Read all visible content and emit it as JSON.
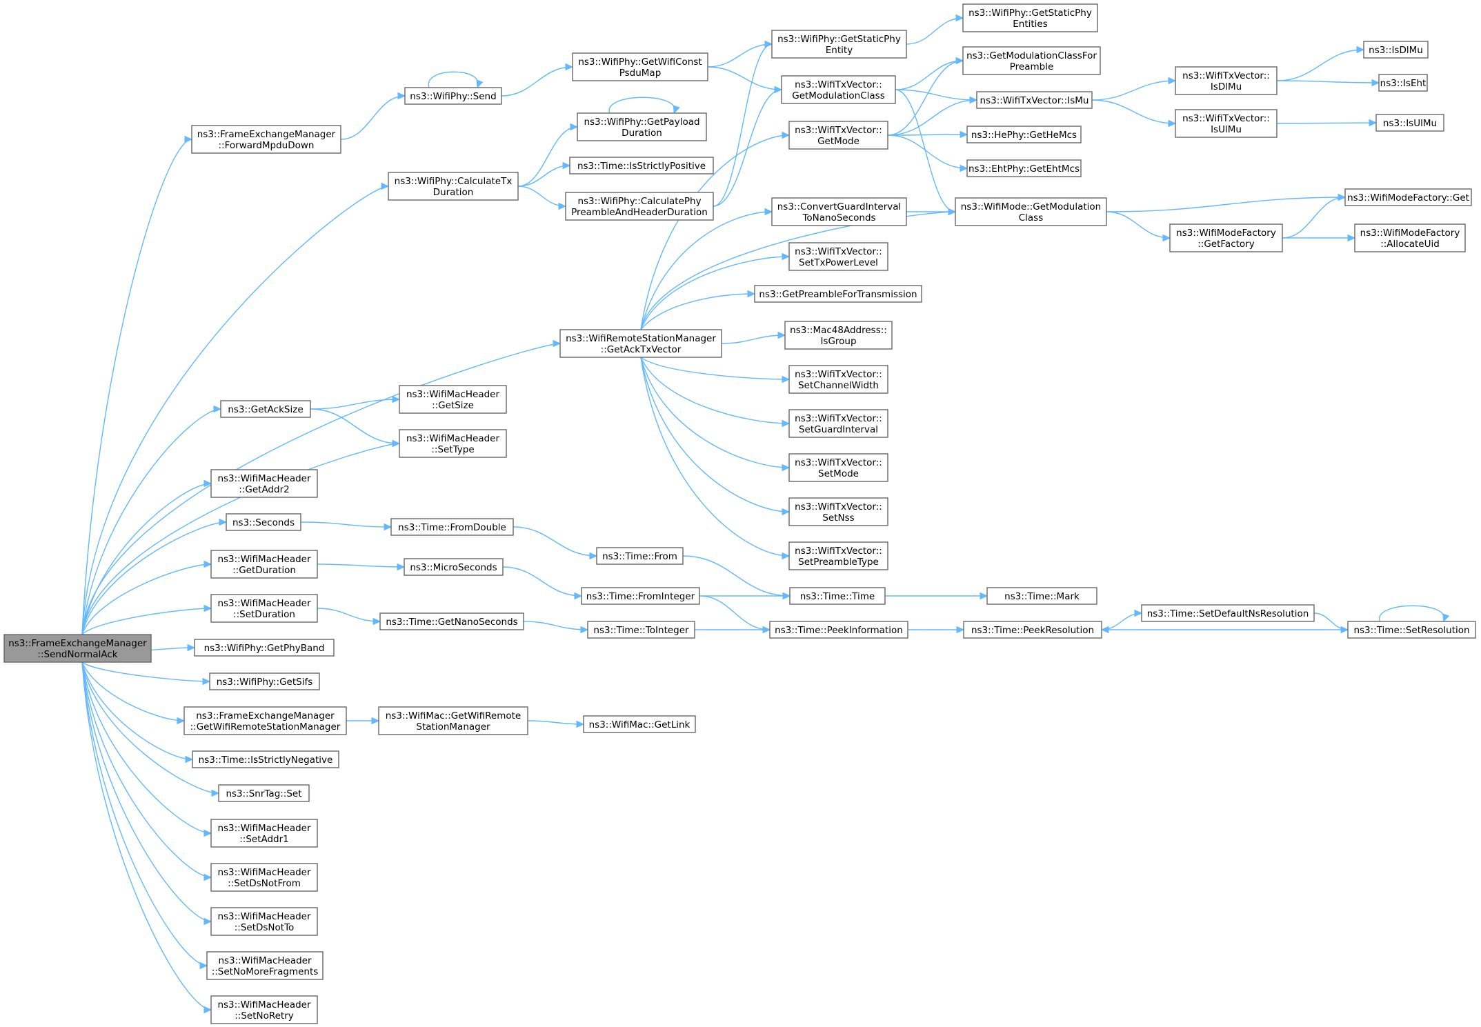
{
  "colors": {
    "edge": "#63b8ff",
    "node_border": "#666666",
    "root_fill": "#999999",
    "node_fill": "#ffffff"
  },
  "nodes": [
    {
      "id": "root",
      "lines": [
        "ns3::FrameExchangeManager",
        "::SendNormalAck"
      ],
      "root": true
    },
    {
      "id": "fwd",
      "lines": [
        "ns3::FrameExchangeManager",
        "::ForwardMpduDown"
      ]
    },
    {
      "id": "send",
      "lines": [
        "ns3::WifiPhy::Send"
      ]
    },
    {
      "id": "gwcpm",
      "lines": [
        "ns3::WifiPhy::GetWifiConst",
        "PsduMap"
      ]
    },
    {
      "id": "gspe",
      "lines": [
        "ns3::WifiPhy::GetStaticPhy",
        "Entity"
      ]
    },
    {
      "id": "gspes",
      "lines": [
        "ns3::WifiPhy::GetStaticPhy",
        "Entities"
      ]
    },
    {
      "id": "txgmc",
      "lines": [
        "ns3::WifiTxVector::",
        "GetModulationClass"
      ]
    },
    {
      "id": "gmcfp",
      "lines": [
        "ns3::GetModulationClassFor",
        "Preamble"
      ]
    },
    {
      "id": "ismu",
      "lines": [
        "ns3::WifiTxVector::IsMu"
      ]
    },
    {
      "id": "isdlmu2",
      "lines": [
        "ns3::WifiTxVector::",
        "IsDlMu"
      ]
    },
    {
      "id": "isdlmu",
      "lines": [
        "ns3::IsDlMu"
      ]
    },
    {
      "id": "iseht",
      "lines": [
        "ns3::IsEht"
      ]
    },
    {
      "id": "isulmu2",
      "lines": [
        "ns3::WifiTxVector::",
        "IsUlMu"
      ]
    },
    {
      "id": "isulmu",
      "lines": [
        "ns3::IsUlMu"
      ]
    },
    {
      "id": "ctd",
      "lines": [
        "ns3::WifiPhy::CalculateTx",
        "Duration"
      ]
    },
    {
      "id": "gpd",
      "lines": [
        "ns3::WifiPhy::GetPayload",
        "Duration"
      ]
    },
    {
      "id": "isp",
      "lines": [
        "ns3::Time::IsStrictlyPositive"
      ]
    },
    {
      "id": "cpahd",
      "lines": [
        "ns3::WifiPhy::CalculatePhy",
        "PreambleAndHeaderDuration"
      ]
    },
    {
      "id": "gmode",
      "lines": [
        "ns3::WifiTxVector::",
        "GetMode"
      ]
    },
    {
      "id": "ghemcs",
      "lines": [
        "ns3::HePhy::GetHeMcs"
      ]
    },
    {
      "id": "gehtmcs",
      "lines": [
        "ns3::EhtPhy::GetEhtMcs"
      ]
    },
    {
      "id": "wmgmc",
      "lines": [
        "ns3::WifiMode::GetModulation",
        "Class"
      ]
    },
    {
      "id": "wmfget",
      "lines": [
        "ns3::WifiModeFactory::Get"
      ]
    },
    {
      "id": "wmfgf",
      "lines": [
        "ns3::WifiModeFactory",
        "::GetFactory"
      ]
    },
    {
      "id": "wmfau",
      "lines": [
        "ns3::WifiModeFactory",
        "::AllocateUid"
      ]
    },
    {
      "id": "cgi",
      "lines": [
        "ns3::ConvertGuardInterval",
        "ToNanoSeconds"
      ]
    },
    {
      "id": "stpl",
      "lines": [
        "ns3::WifiTxVector::",
        "SetTxPowerLevel"
      ]
    },
    {
      "id": "gpft",
      "lines": [
        "ns3::GetPreambleForTransmission"
      ]
    },
    {
      "id": "isgroup",
      "lines": [
        "ns3::Mac48Address::",
        "IsGroup"
      ]
    },
    {
      "id": "scw",
      "lines": [
        "ns3::WifiTxVector::",
        "SetChannelWidth"
      ]
    },
    {
      "id": "sgi",
      "lines": [
        "ns3::WifiTxVector::",
        "SetGuardInterval"
      ]
    },
    {
      "id": "smode",
      "lines": [
        "ns3::WifiTxVector::",
        "SetMode"
      ]
    },
    {
      "id": "snss",
      "lines": [
        "ns3::WifiTxVector::",
        "SetNss"
      ]
    },
    {
      "id": "spt",
      "lines": [
        "ns3::WifiTxVector::",
        "SetPreambleType"
      ]
    },
    {
      "id": "gatv",
      "lines": [
        "ns3::WifiRemoteStationManager",
        "::GetAckTxVector"
      ]
    },
    {
      "id": "gacks",
      "lines": [
        "ns3::GetAckSize"
      ]
    },
    {
      "id": "mhgs",
      "lines": [
        "ns3::WifiMacHeader",
        "::GetSize"
      ]
    },
    {
      "id": "mhst",
      "lines": [
        "ns3::WifiMacHeader",
        "::SetType"
      ]
    },
    {
      "id": "ga2",
      "lines": [
        "ns3::WifiMacHeader",
        "::GetAddr2"
      ]
    },
    {
      "id": "secs",
      "lines": [
        "ns3::Seconds"
      ]
    },
    {
      "id": "tfd",
      "lines": [
        "ns3::Time::FromDouble"
      ]
    },
    {
      "id": "tfrom",
      "lines": [
        "ns3::Time::From"
      ]
    },
    {
      "id": "mhgd",
      "lines": [
        "ns3::WifiMacHeader",
        "::GetDuration"
      ]
    },
    {
      "id": "micro",
      "lines": [
        "ns3::MicroSeconds"
      ]
    },
    {
      "id": "tfi",
      "lines": [
        "ns3::Time::FromInteger"
      ]
    },
    {
      "id": "ttime",
      "lines": [
        "ns3::Time::Time"
      ]
    },
    {
      "id": "tmark",
      "lines": [
        "ns3::Time::Mark"
      ]
    },
    {
      "id": "mhsd",
      "lines": [
        "ns3::WifiMacHeader",
        "::SetDuration"
      ]
    },
    {
      "id": "tgns",
      "lines": [
        "ns3::Time::GetNanoSeconds"
      ]
    },
    {
      "id": "tti",
      "lines": [
        "ns3::Time::ToInteger"
      ]
    },
    {
      "id": "tpi",
      "lines": [
        "ns3::Time::PeekInformation"
      ]
    },
    {
      "id": "tpr",
      "lines": [
        "ns3::Time::PeekResolution"
      ]
    },
    {
      "id": "tsdnr",
      "lines": [
        "ns3::Time::SetDefaultNsResolution"
      ]
    },
    {
      "id": "tsr",
      "lines": [
        "ns3::Time::SetResolution"
      ]
    },
    {
      "id": "gpb",
      "lines": [
        "ns3::WifiPhy::GetPhyBand"
      ]
    },
    {
      "id": "gsifs",
      "lines": [
        "ns3::WifiPhy::GetSifs"
      ]
    },
    {
      "id": "fgwrsm",
      "lines": [
        "ns3::FrameExchangeManager",
        "::GetWifiRemoteStationManager"
      ]
    },
    {
      "id": "mgwrsm",
      "lines": [
        "ns3::WifiMac::GetWifiRemote",
        "StationManager"
      ]
    },
    {
      "id": "mgl",
      "lines": [
        "ns3::WifiMac::GetLink"
      ]
    },
    {
      "id": "isn",
      "lines": [
        "ns3::Time::IsStrictlyNegative"
      ]
    },
    {
      "id": "snrset",
      "lines": [
        "ns3::SnrTag::Set"
      ]
    },
    {
      "id": "sa1",
      "lines": [
        "ns3::WifiMacHeader",
        "::SetAddr1"
      ]
    },
    {
      "id": "sdnf",
      "lines": [
        "ns3::WifiMacHeader",
        "::SetDsNotFrom"
      ]
    },
    {
      "id": "sdnt",
      "lines": [
        "ns3::WifiMacHeader",
        "::SetDsNotTo"
      ]
    },
    {
      "id": "snmf",
      "lines": [
        "ns3::WifiMacHeader",
        "::SetNoMoreFragments"
      ]
    },
    {
      "id": "snr",
      "lines": [
        "ns3::WifiMacHeader",
        "::SetNoRetry"
      ]
    }
  ],
  "edges": [
    [
      "root",
      "fwd"
    ],
    [
      "root",
      "ctd"
    ],
    [
      "root",
      "gatv"
    ],
    [
      "root",
      "gacks"
    ],
    [
      "root",
      "mhst"
    ],
    [
      "root",
      "ga2"
    ],
    [
      "root",
      "secs"
    ],
    [
      "root",
      "mhgd"
    ],
    [
      "root",
      "mhsd"
    ],
    [
      "root",
      "gpb"
    ],
    [
      "root",
      "gsifs"
    ],
    [
      "root",
      "fgwrsm"
    ],
    [
      "root",
      "isn"
    ],
    [
      "root",
      "snrset"
    ],
    [
      "root",
      "sa1"
    ],
    [
      "root",
      "sdnf"
    ],
    [
      "root",
      "sdnt"
    ],
    [
      "root",
      "snmf"
    ],
    [
      "root",
      "snr"
    ],
    [
      "fwd",
      "send"
    ],
    [
      "send",
      "send"
    ],
    [
      "send",
      "gwcpm"
    ],
    [
      "gwcpm",
      "gspe"
    ],
    [
      "gwcpm",
      "txgmc"
    ],
    [
      "gspe",
      "gspes"
    ],
    [
      "txgmc",
      "gmcfp"
    ],
    [
      "txgmc",
      "ismu"
    ],
    [
      "txgmc",
      "wmgmc"
    ],
    [
      "ismu",
      "isdlmu2"
    ],
    [
      "ismu",
      "isulmu2"
    ],
    [
      "isdlmu2",
      "isdlmu"
    ],
    [
      "isdlmu2",
      "iseht"
    ],
    [
      "isulmu2",
      "isulmu"
    ],
    [
      "ctd",
      "gpd"
    ],
    [
      "gpd",
      "gpd"
    ],
    [
      "ctd",
      "isp"
    ],
    [
      "ctd",
      "cpahd"
    ],
    [
      "cpahd",
      "gspe"
    ],
    [
      "cpahd",
      "txgmc"
    ],
    [
      "gatv",
      "gmode"
    ],
    [
      "gatv",
      "wmgmc"
    ],
    [
      "gatv",
      "cgi"
    ],
    [
      "gatv",
      "stpl"
    ],
    [
      "gatv",
      "gpft"
    ],
    [
      "gatv",
      "isgroup"
    ],
    [
      "gatv",
      "scw"
    ],
    [
      "gatv",
      "sgi"
    ],
    [
      "gatv",
      "smode"
    ],
    [
      "gatv",
      "snss"
    ],
    [
      "gatv",
      "spt"
    ],
    [
      "gmode",
      "gmcfp"
    ],
    [
      "gmode",
      "ismu"
    ],
    [
      "gmode",
      "ghemcs"
    ],
    [
      "gmode",
      "gehtmcs"
    ],
    [
      "cgi",
      "wmgmc"
    ],
    [
      "wmgmc",
      "wmfget"
    ],
    [
      "wmgmc",
      "wmfgf"
    ],
    [
      "wmfgf",
      "wmfget"
    ],
    [
      "wmfgf",
      "wmfau"
    ],
    [
      "gacks",
      "mhgs"
    ],
    [
      "gacks",
      "mhst"
    ],
    [
      "secs",
      "tfd"
    ],
    [
      "tfd",
      "tfrom"
    ],
    [
      "tfrom",
      "ttime"
    ],
    [
      "mhgd",
      "micro"
    ],
    [
      "micro",
      "tfi"
    ],
    [
      "tfi",
      "ttime"
    ],
    [
      "tfi",
      "tpi"
    ],
    [
      "ttime",
      "tmark"
    ],
    [
      "mhsd",
      "tgns"
    ],
    [
      "tgns",
      "tti"
    ],
    [
      "tti",
      "tpi"
    ],
    [
      "tpi",
      "tpr"
    ],
    [
      "tpr",
      "tsdnr"
    ],
    [
      "tsdnr",
      "tsr"
    ],
    [
      "tsr",
      "tpr"
    ],
    [
      "tsr",
      "tsr"
    ],
    [
      "fgwrsm",
      "mgwrsm"
    ],
    [
      "mgwrsm",
      "mgl"
    ]
  ]
}
